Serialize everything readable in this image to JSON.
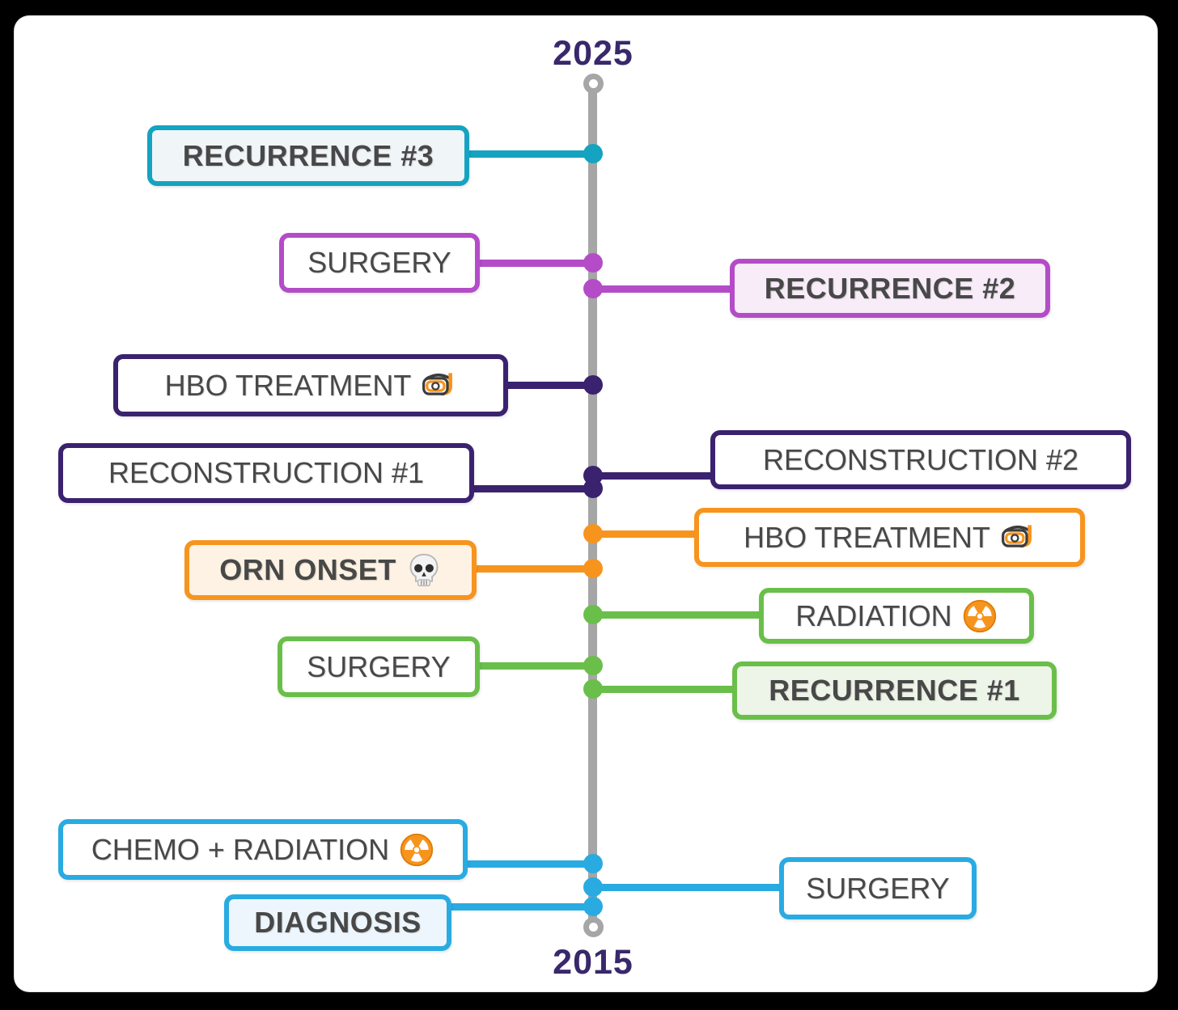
{
  "timeline": {
    "top_year": "2025",
    "bottom_year": "2015",
    "axis_color": "#a6a6a6",
    "year_color": "#39286b",
    "text_color": "#484848"
  },
  "palette": {
    "teal": "#14a3c0",
    "purple": "#b44cc8",
    "dark_purple": "#3a226f",
    "orange": "#f7941e",
    "green": "#6abf4b",
    "blue": "#29abe2"
  },
  "events": [
    {
      "label": "RECURRENCE #3",
      "side": "left",
      "color": "#14a3c0",
      "emphasis": true,
      "icon": null
    },
    {
      "label": "SURGERY",
      "side": "left",
      "color": "#b44cc8",
      "emphasis": false,
      "icon": null
    },
    {
      "label": "RECURRENCE #2",
      "side": "right",
      "color": "#b44cc8",
      "emphasis": true,
      "icon": null
    },
    {
      "label": "HBO TREATMENT",
      "side": "left",
      "color": "#3a226f",
      "emphasis": false,
      "icon": "diving-mask-icon"
    },
    {
      "label": "RECONSTRUCTION #1",
      "side": "left",
      "color": "#3a226f",
      "emphasis": false,
      "icon": null
    },
    {
      "label": "RECONSTRUCTION #2",
      "side": "right",
      "color": "#3a226f",
      "emphasis": false,
      "icon": null
    },
    {
      "label": "HBO TREATMENT",
      "side": "right",
      "color": "#f7941e",
      "emphasis": false,
      "icon": "diving-mask-icon"
    },
    {
      "label": "ORN ONSET",
      "side": "left",
      "color": "#f7941e",
      "emphasis": true,
      "icon": "skull-icon"
    },
    {
      "label": "RADIATION",
      "side": "right",
      "color": "#6abf4b",
      "emphasis": false,
      "icon": "radioactive-icon"
    },
    {
      "label": "SURGERY",
      "side": "left",
      "color": "#6abf4b",
      "emphasis": false,
      "icon": null
    },
    {
      "label": "RECURRENCE #1",
      "side": "right",
      "color": "#6abf4b",
      "emphasis": true,
      "icon": null
    },
    {
      "label": "CHEMO + RADIATION",
      "side": "left",
      "color": "#29abe2",
      "emphasis": false,
      "icon": "radioactive-icon"
    },
    {
      "label": "SURGERY",
      "side": "right",
      "color": "#29abe2",
      "emphasis": false,
      "icon": null
    },
    {
      "label": "DIAGNOSIS",
      "side": "left",
      "color": "#29abe2",
      "emphasis": true,
      "icon": null
    }
  ]
}
